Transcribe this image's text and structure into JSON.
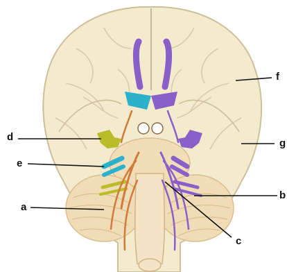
{
  "labels": {
    "a": "a",
    "b": "b",
    "c": "c",
    "d": "d",
    "e": "e",
    "f": "f",
    "g": "g"
  },
  "colors": {
    "background": "#ffffff",
    "cerebrum_fill": "#f4ebcf",
    "cerebrum_outline": "#cdbf9a",
    "sulcus_line": "#d8cba8",
    "brainstem_fill": "#f1ddb8",
    "cerebellum_fill": "#f0dcb6",
    "cerebellum_lines": "#d9bf8f",
    "nerve_purple": "#8b5fc8",
    "nerve_cyan": "#2bb1c9",
    "nerve_yellow_green": "#b9bd2a",
    "nerve_orange": "#d27a3a",
    "leader_line": "#111111"
  }
}
